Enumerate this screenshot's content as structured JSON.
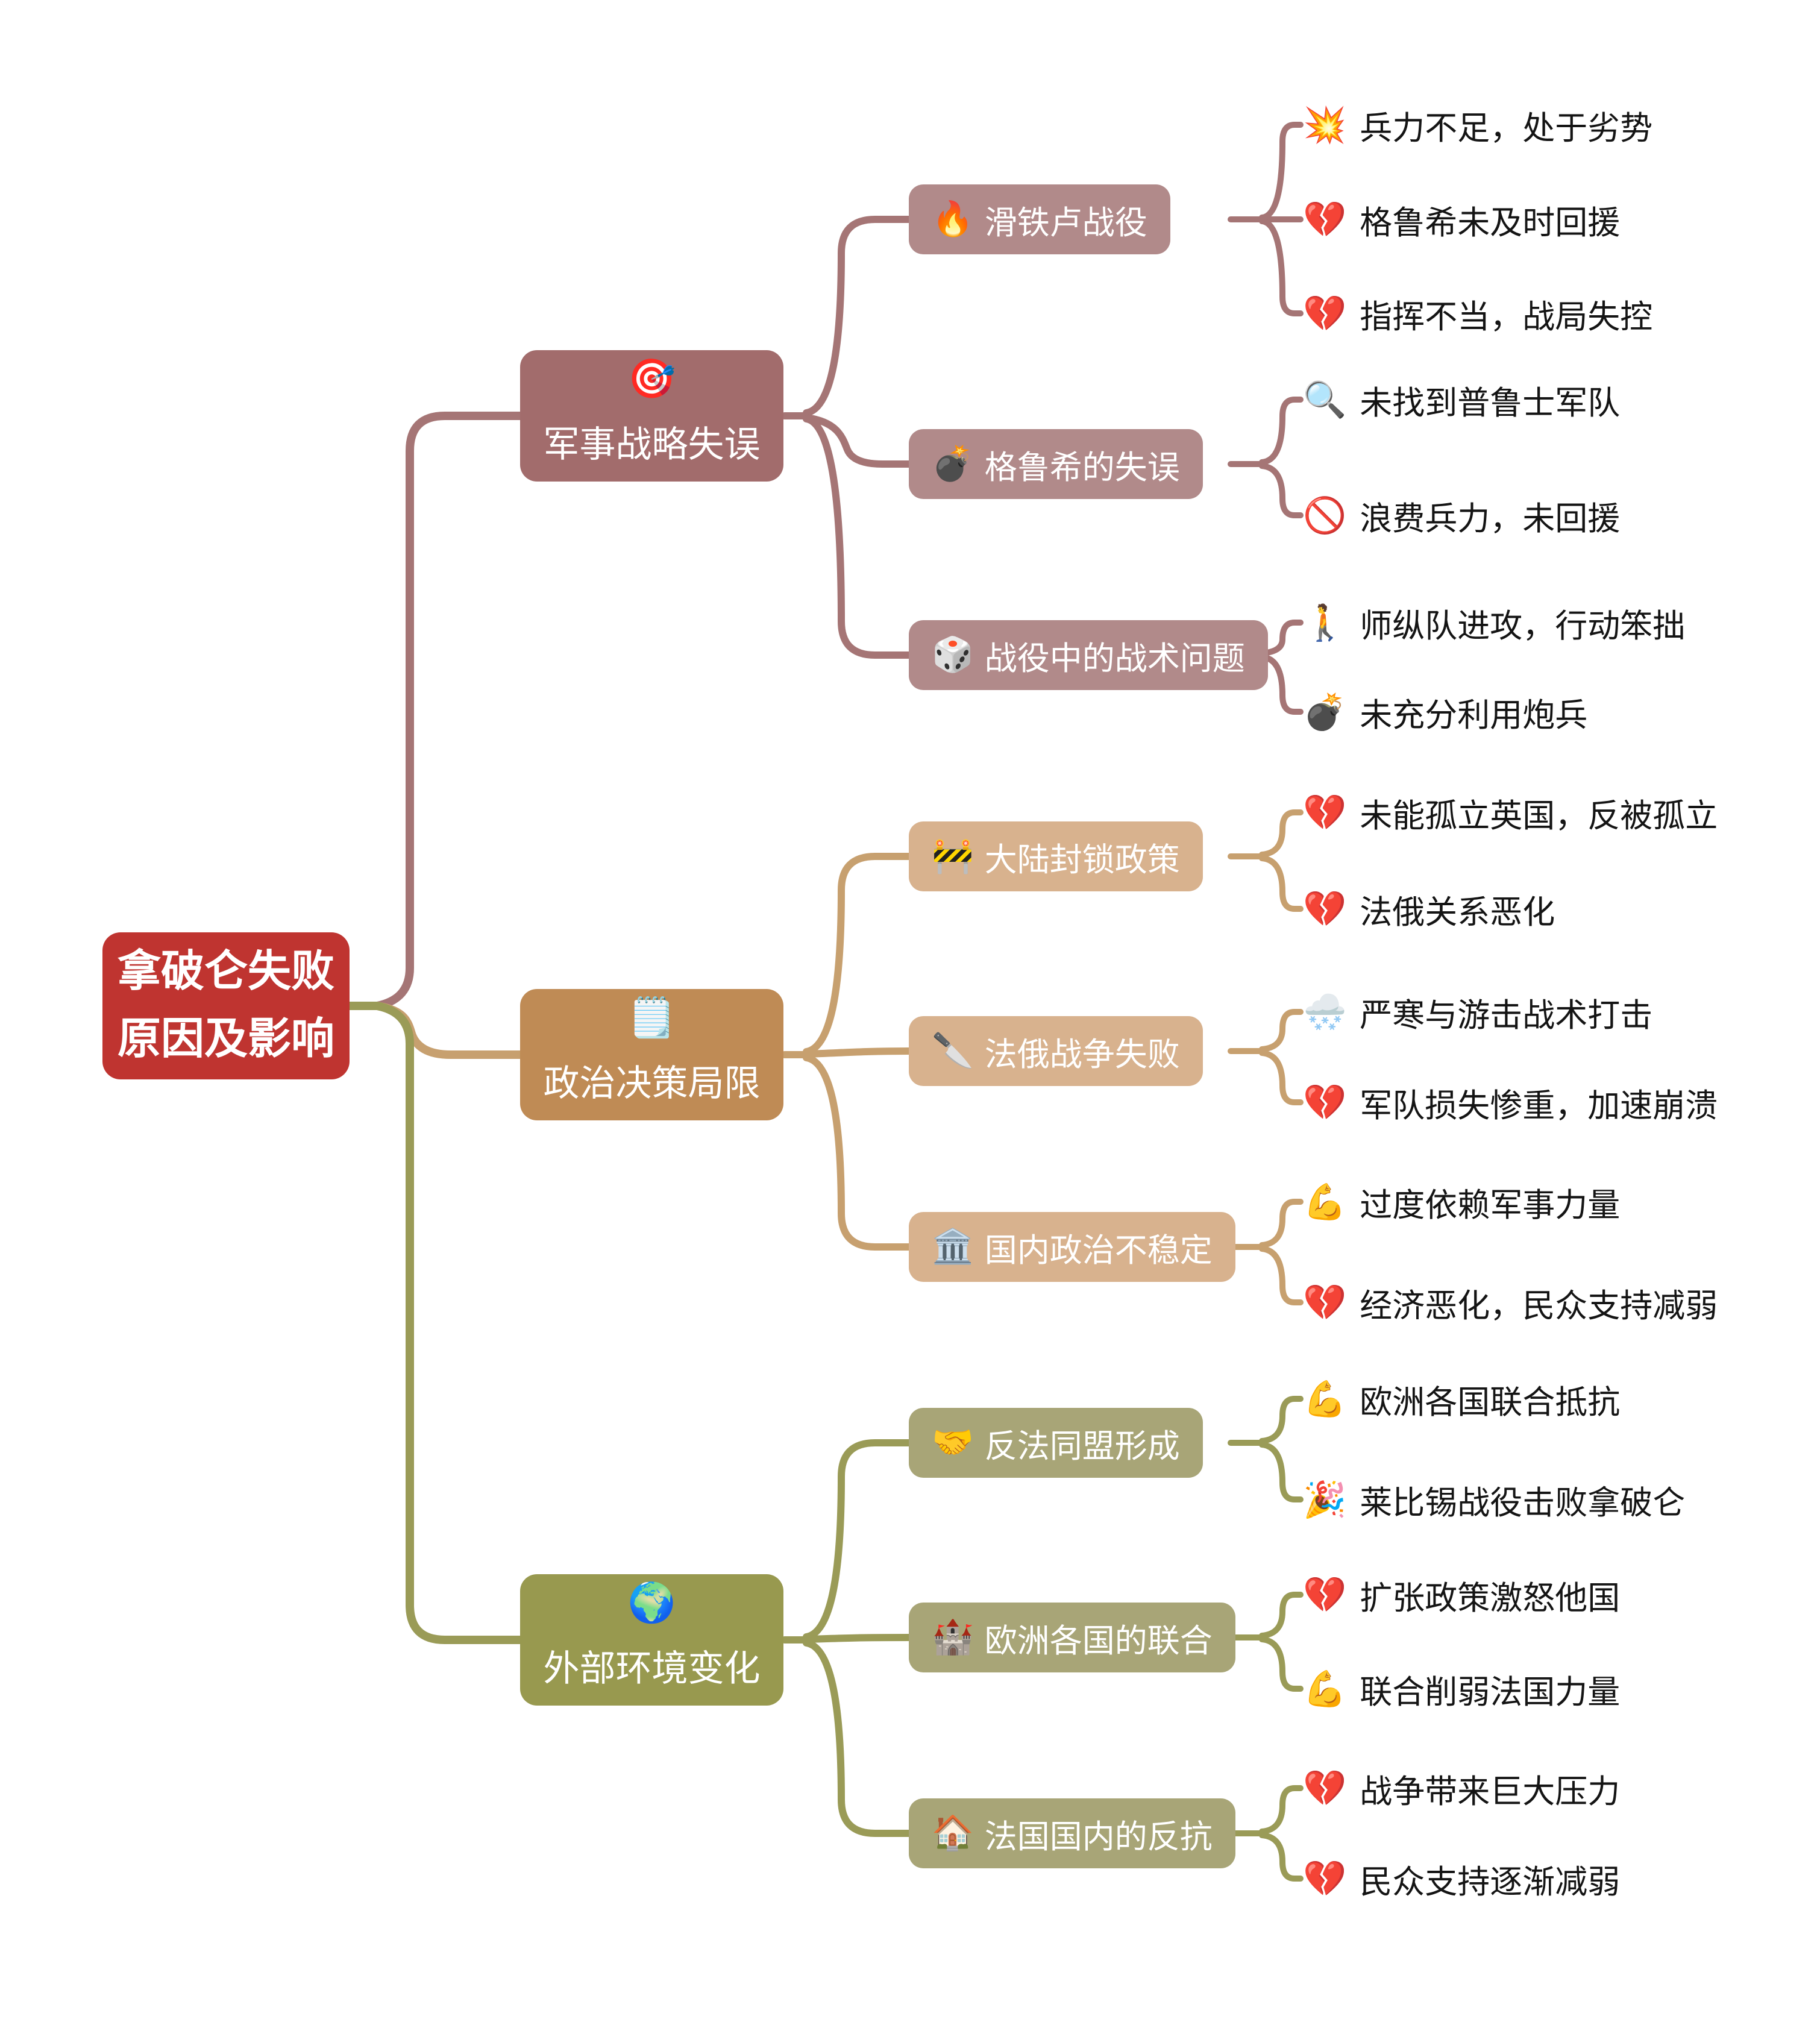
{
  "colors": {
    "background": "#ffffff",
    "root_bg": "#bf3430",
    "node_text": "#ffffff",
    "leaf_text": "#141414",
    "branch1_bg": "#a26c6c",
    "branch1_sub_bg": "#b18a8a",
    "branch1_line": "#a57575",
    "branch2_bg": "#bf8b55",
    "branch2_sub_bg": "#d8b28e",
    "branch2_line": "#c7a06f",
    "branch3_bg": "#98994f",
    "branch3_sub_bg": "#a8a577",
    "branch3_line": "#9a9b57"
  },
  "root": {
    "label": "拿破仑失败原因及影响"
  },
  "branches": [
    {
      "icon": "🎯",
      "label": "军事战略失误",
      "line": "#a57575",
      "children": [
        {
          "icon": "🔥",
          "label": "滑铁卢战役",
          "leaves": [
            {
              "icon": "💥",
              "label": "兵力不足，处于劣势"
            },
            {
              "icon": "💔",
              "label": "格鲁希未及时回援"
            },
            {
              "icon": "💔",
              "label": "指挥不当，战局失控"
            }
          ]
        },
        {
          "icon": "💣",
          "label": "格鲁希的失误",
          "leaves": [
            {
              "icon": "🔍",
              "label": "未找到普鲁士军队"
            },
            {
              "icon": "🚫",
              "label": "浪费兵力，未回援"
            }
          ]
        },
        {
          "icon": "🎲",
          "label": "战役中的战术问题",
          "leaves": [
            {
              "icon": "🚶",
              "label": "师纵队进攻，行动笨拙"
            },
            {
              "icon": "💣",
              "label": "未充分利用炮兵"
            }
          ]
        }
      ]
    },
    {
      "icon": "🗒️",
      "label": "政治决策局限",
      "line": "#c7a06f",
      "children": [
        {
          "icon": "🚧",
          "label": "大陆封锁政策",
          "leaves": [
            {
              "icon": "💔",
              "label": "未能孤立英国，反被孤立"
            },
            {
              "icon": "💔",
              "label": "法俄关系恶化"
            }
          ]
        },
        {
          "icon": "🔪",
          "label": "法俄战争失败",
          "leaves": [
            {
              "icon": "🌨️",
              "label": "严寒与游击战术打击"
            },
            {
              "icon": "💔",
              "label": "军队损失惨重，加速崩溃"
            }
          ]
        },
        {
          "icon": "🏛️",
          "label": "国内政治不稳定",
          "leaves": [
            {
              "icon": "💪",
              "label": "过度依赖军事力量"
            },
            {
              "icon": "💔",
              "label": "经济恶化，民众支持减弱"
            }
          ]
        }
      ]
    },
    {
      "icon": "🌍",
      "label": "外部环境变化",
      "line": "#9a9b57",
      "children": [
        {
          "icon": "🤝",
          "label": "反法同盟形成",
          "leaves": [
            {
              "icon": "💪",
              "label": "欧洲各国联合抵抗"
            },
            {
              "icon": "🎉",
              "label": "莱比锡战役击败拿破仑"
            }
          ]
        },
        {
          "icon": "🏰",
          "label": "欧洲各国的联合",
          "leaves": [
            {
              "icon": "💔",
              "label": "扩张政策激怒他国"
            },
            {
              "icon": "💪",
              "label": "联合削弱法国力量"
            }
          ]
        },
        {
          "icon": "🏠",
          "label": "法国国内的反抗",
          "leaves": [
            {
              "icon": "💔",
              "label": "战争带来巨大压力"
            },
            {
              "icon": "💔",
              "label": "民众支持逐渐减弱"
            }
          ]
        }
      ]
    }
  ]
}
